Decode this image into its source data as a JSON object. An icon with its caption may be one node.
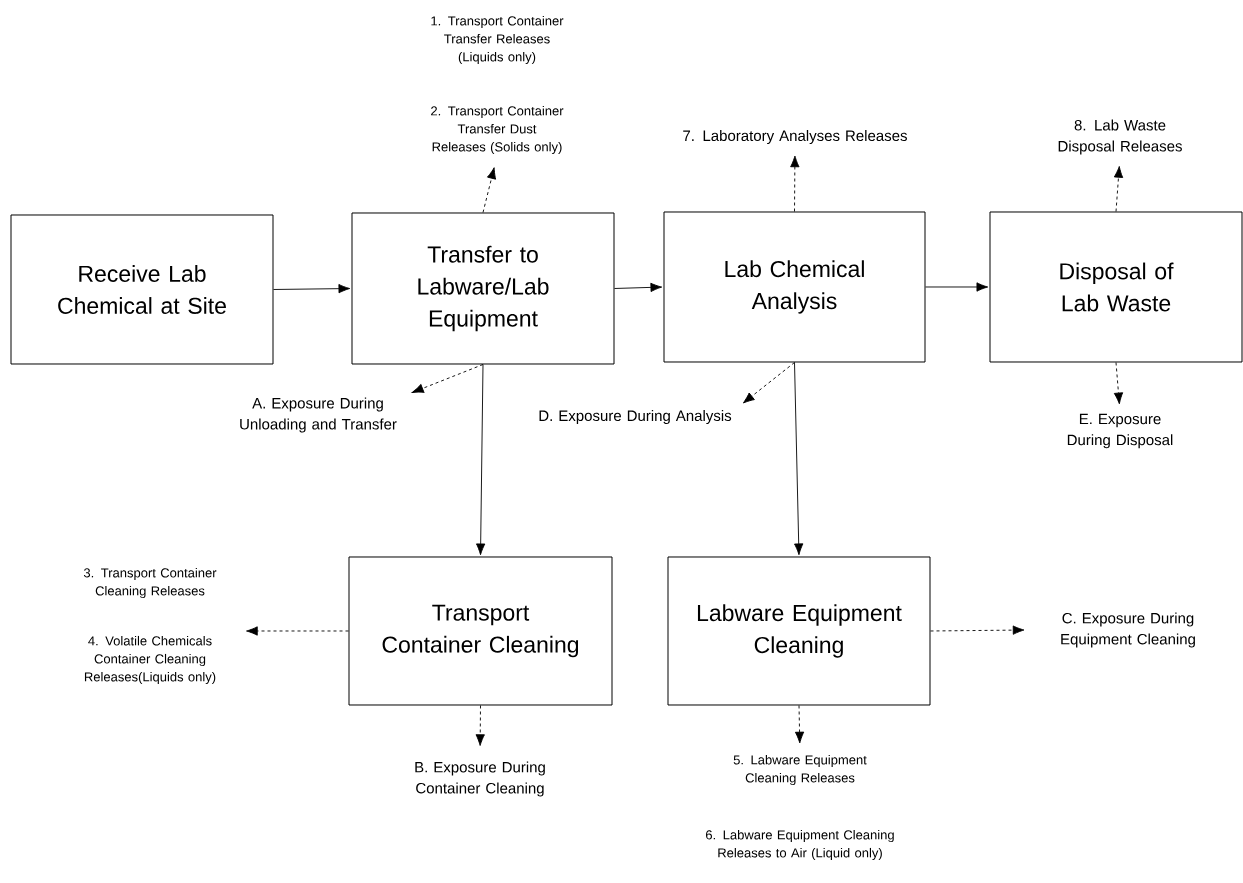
{
  "diagram": {
    "nodes": [
      {
        "text": [
          "Receive Lab Chemical at Site"
        ]
      },
      {
        "text": [
          "Transfer to Labware/Lab Equipment"
        ]
      },
      {
        "text": [
          "Lab Chemical Analysis"
        ]
      },
      {
        "text": [
          "Disposal of Lab Waste"
        ]
      },
      {
        "text": [
          "Transport Container Cleaning"
        ]
      },
      {
        "text": [
          "Labware Equipment Cleaning"
        ]
      },
      {
        "text": [
          "2. Transport Container Transfer Dust Releases (Solids only)"
        ]
      },
      {
        "text": [
          "A. Exposure During Unloading and Transfer"
        ]
      },
      {
        "text": [
          "7. Laboratory Analyses Releases"
        ]
      },
      {
        "text": [
          "D. Exposure During Analysis"
        ]
      },
      {
        "text": [
          "8. Lab Waste Disposal Releases"
        ]
      },
      {
        "text": [
          "E. Exposure During Disposal"
        ]
      },
      {
        "text": [
          "4. Volatile Chemicals Container Cleaning Releases(Liquids only)"
        ]
      },
      {
        "text": [
          "C. Exposure During Equipment Cleaning"
        ]
      },
      {
        "text": [
          "B. Exposure During Container Cleaning"
        ]
      },
      {
        "text": [
          "5. Labware Equipment Cleaning Releases"
        ]
      }
    ],
    "edges": [
      {
        "from": 0,
        "to": 1,
        "arrow": "to"
      },
      {
        "from": 1,
        "to": 2,
        "arrow": "to"
      },
      {
        "from": 2,
        "to": 3,
        "arrow": "to"
      },
      {
        "from": 1,
        "to": 4,
        "arrow": "to"
      },
      {
        "from": 2,
        "to": 5,
        "arrow": "to"
      },
      {
        "from": 1,
        "to": 6,
        "arrow": "to",
        "style": "dashed"
      },
      {
        "from": 1,
        "to": 7,
        "arrow": "to",
        "style": "dashed"
      },
      {
        "from": 2,
        "to": 8,
        "arrow": "to",
        "style": "dashed"
      },
      {
        "from": 2,
        "to": 9,
        "arrow": "to",
        "style": "dashed"
      },
      {
        "from": 3,
        "to": 10,
        "arrow": "to",
        "style": "dashed"
      },
      {
        "from": 3,
        "to": 11,
        "arrow": "to",
        "style": "dashed"
      },
      {
        "from": 4,
        "to": 12,
        "arrow": "to",
        "style": "dashed"
      },
      {
        "from": 5,
        "to": 13,
        "arrow": "to",
        "style": "dashed"
      },
      {
        "from": 4,
        "to": 14,
        "arrow": "to",
        "style": "dashed"
      },
      {
        "from": 5,
        "to": 15,
        "arrow": "to",
        "style": "dashed"
      }
    ],
    "labels": [
      "1. Transport Container Transfer Releases (Liquids only)",
      "3. Transport Container Cleaning Releases",
      "6. Labware Equipment Cleaning Releases to Air (Liquid only)"
    ]
  }
}
